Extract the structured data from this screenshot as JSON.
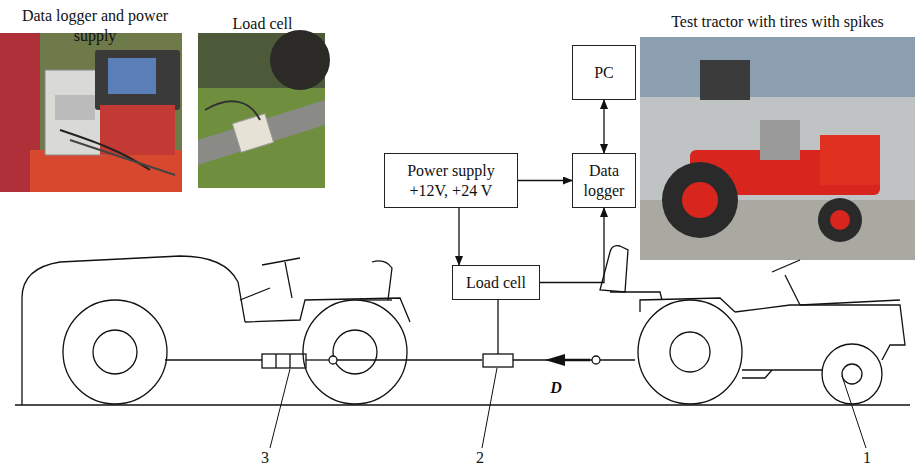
{
  "diagram": {
    "nodes": [
      {
        "text": [
          "PC"
        ]
      },
      {
        "text": [
          "Power supply +12V, +24 V"
        ]
      },
      {
        "text": [
          "Data logger"
        ]
      },
      {
        "text": [
          "Load cell"
        ]
      }
    ],
    "edges": [
      {
        "from": 0,
        "to": 2,
        "arrow": "both"
      },
      {
        "from": 1,
        "to": 2,
        "arrow": "to"
      },
      {
        "from": 1,
        "to": 3,
        "arrow": "to"
      },
      {
        "from": 3,
        "to": 2,
        "arrow": "to"
      }
    ],
    "labels": [
      "Data logger and power supply",
      "Load cell",
      "Test tractor with tires with spikes",
      "D",
      "3",
      "2",
      "1"
    ]
  }
}
